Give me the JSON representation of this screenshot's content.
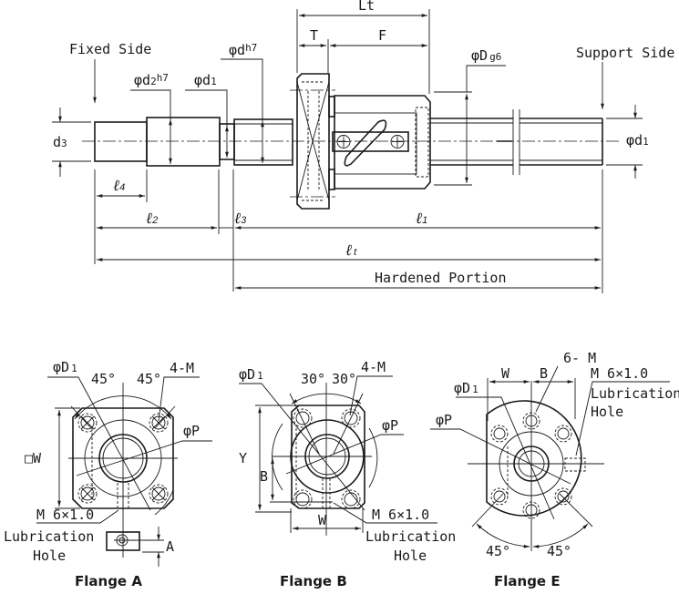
{
  "diagram": {
    "type": "ball-screw-dimension-drawing",
    "line_color": "#1a1a1a",
    "background": "#ffffff"
  },
  "shaft_view": {
    "fixed_side": "Fixed Side",
    "support_side": "Support Side",
    "labels": {
      "phi": "φ",
      "d_h7": "d",
      "d_h7_sup": "h7",
      "d2": "d",
      "d2_sub": "2",
      "d2_sup": "h7",
      "d1_left": "d",
      "d1_left_sub": "1",
      "d1_right": "d",
      "d1_right_sub": "1",
      "d3": "d",
      "d3_sub": "3",
      "Dg6": "D",
      "Dg6_sup": "g6",
      "Lt": "Lt",
      "T": "T",
      "F": "F",
      "l4": "ℓ",
      "l4_sub": "4",
      "l2": "ℓ",
      "l2_sub": "2",
      "l3": "ℓ",
      "l3_sub": "3",
      "l1": "ℓ",
      "l1_sub": "1",
      "lt": "ℓ",
      "lt_sub": "t",
      "hardened": "Hardened Portion"
    }
  },
  "flanges": [
    {
      "title": "Flange A",
      "labels": {
        "D1": "φD",
        "D1_sub": "1",
        "angle_left": "45°",
        "angle_right": "45°",
        "holes": "4-M",
        "P": "φP",
        "W": "□W",
        "lube_thread": "M 6×1.0",
        "lube_line1": "Lubrication",
        "lube_line2": "Hole",
        "A": "A"
      }
    },
    {
      "title": "Flange B",
      "labels": {
        "D1": "φD",
        "D1_sub": "1",
        "angle_left": "30°",
        "angle_right": "30°",
        "holes": "4-M",
        "P": "φP",
        "Y": "Y",
        "B": "B",
        "W": "W",
        "lube_thread": "M 6×1.0",
        "lube_line1": "Lubrication",
        "lube_line2": "Hole"
      }
    },
    {
      "title": "Flange E",
      "labels": {
        "holes": "6- M",
        "W": "W",
        "B": "B",
        "D1": "φD",
        "D1_sub": "1",
        "P": "φP",
        "lube_thread": "M 6×1.0",
        "lube_line1": "Lubrication",
        "lube_line2": "Hole",
        "angle_left": "45°",
        "angle_right": "45°"
      }
    }
  ]
}
